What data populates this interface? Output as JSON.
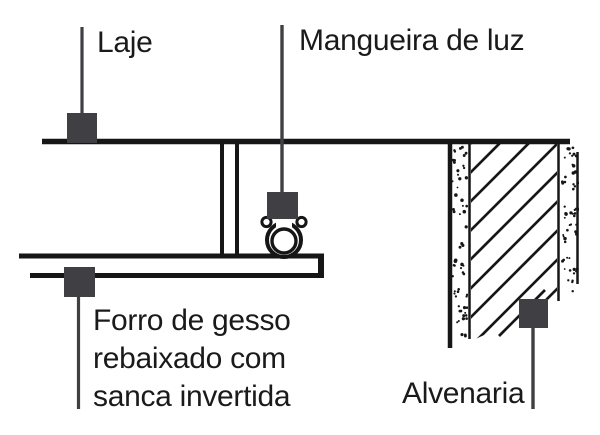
{
  "figure": {
    "type": "architectural-section-detail",
    "background": "#ffffff",
    "line_color": "#161616",
    "marker_color": "#404044",
    "text_color": "#1a1a1a"
  },
  "callouts": {
    "laje": {
      "label": "Laje"
    },
    "mangueira": {
      "label": "Mangueira de luz"
    },
    "forro": {
      "lines": [
        "Forro de gesso",
        "rebaixado com",
        "sanca invertida"
      ]
    },
    "alvenaria": {
      "label": "Alvenaria"
    }
  }
}
